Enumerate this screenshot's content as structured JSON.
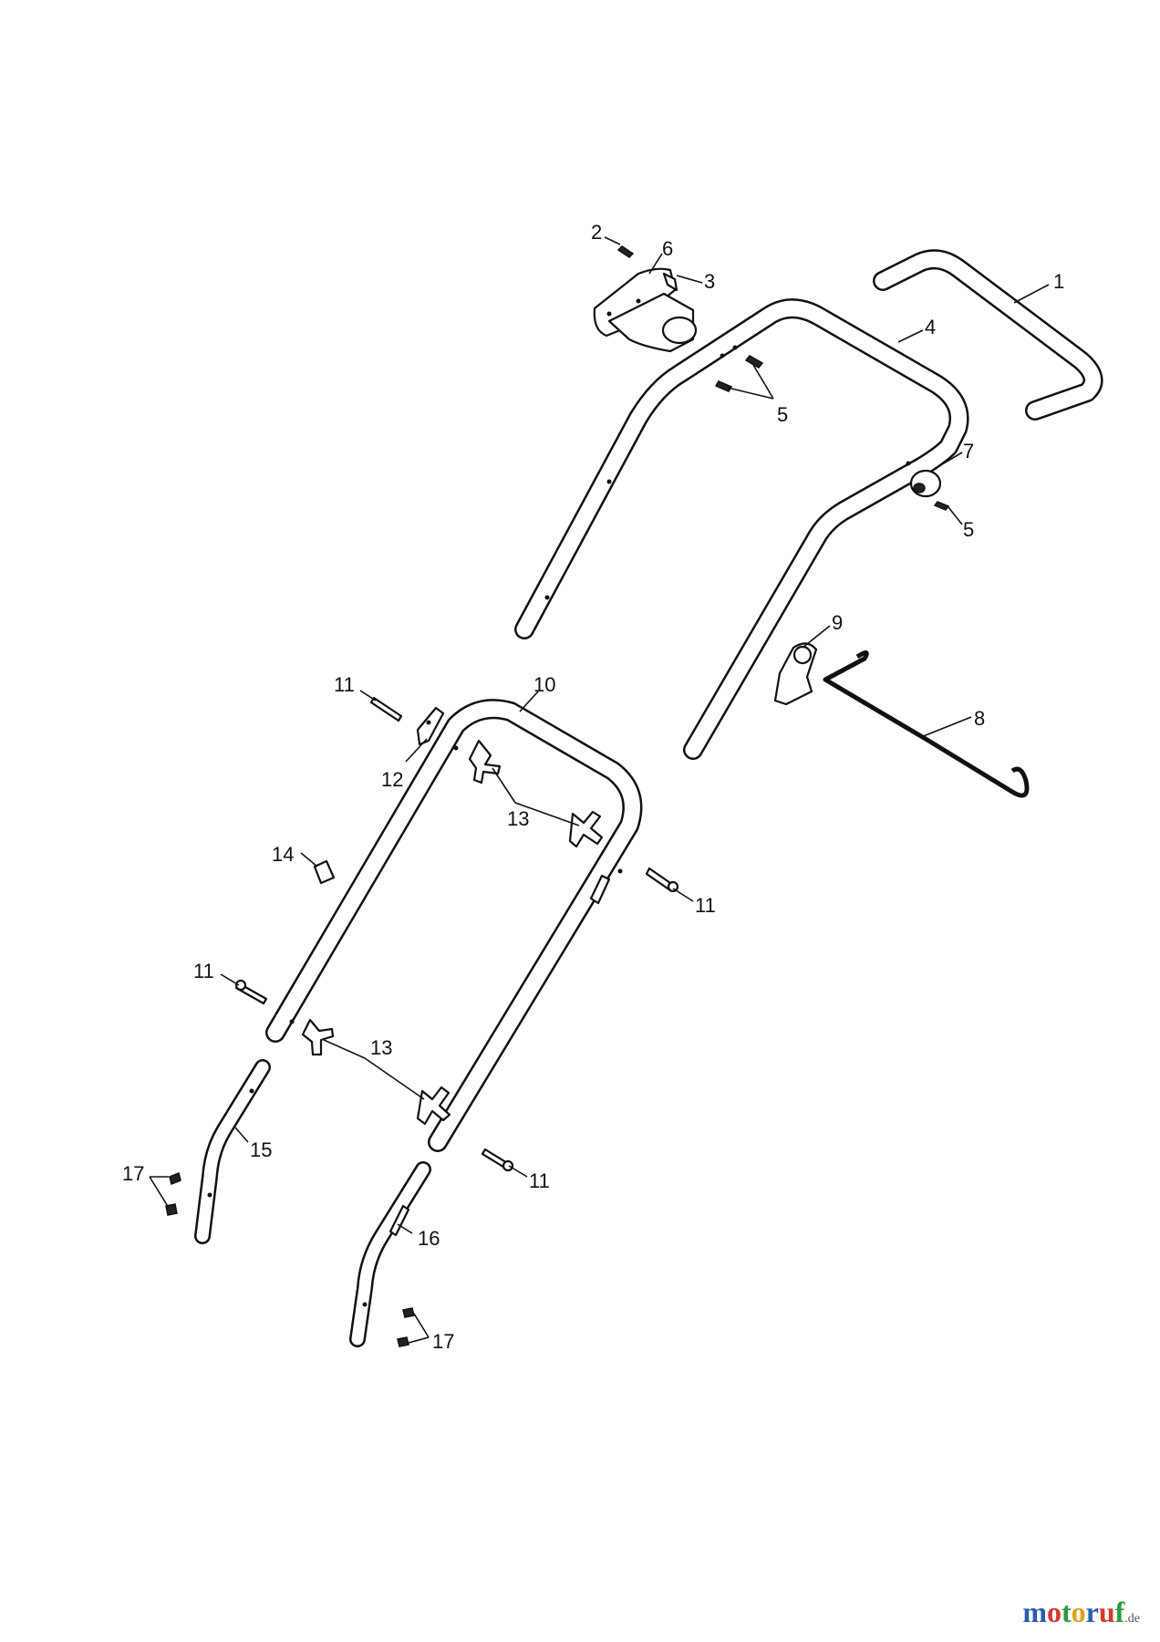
{
  "diagram": {
    "callouts": {
      "c1": "1",
      "c2": "2",
      "c3": "3",
      "c4": "4",
      "c5a": "5",
      "c5b": "5",
      "c6": "6",
      "c7": "7",
      "c8": "8",
      "c9": "9",
      "c10": "10",
      "c11a": "11",
      "c11b": "11",
      "c11c": "11",
      "c11d": "11",
      "c12": "12",
      "c13a": "13",
      "c13b": "13",
      "c14": "14",
      "c15": "15",
      "c16": "16",
      "c17a": "17",
      "c17b": "17"
    }
  },
  "watermark": {
    "letters": [
      "m",
      "o",
      "t",
      "o",
      "r",
      "u",
      "f"
    ],
    "colors": [
      "#2a5db0",
      "#d13b2f",
      "#2e9a3e",
      "#e0a21a",
      "#2a5db0",
      "#d13b2f",
      "#2e9a3e"
    ],
    "suffix": ".de"
  }
}
